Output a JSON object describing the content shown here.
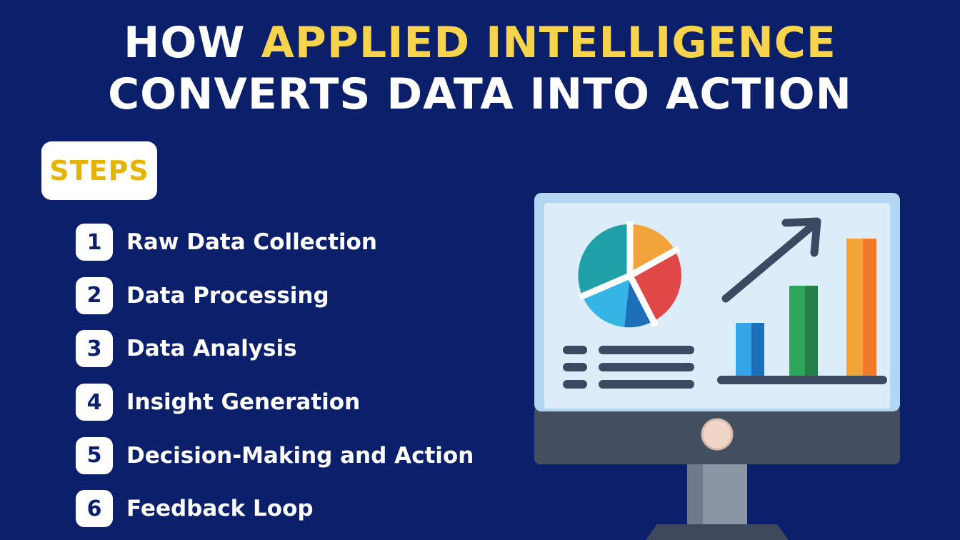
{
  "title": {
    "line1_prefix": "HOW ",
    "line1_highlight": "APPLIED INTELLIGENCE",
    "line2": "CONVERTS DATA INTO ACTION"
  },
  "steps_badge": "STEPS",
  "steps": [
    {
      "number": "1",
      "label": "Raw Data Collection"
    },
    {
      "number": "2",
      "label": "Data Processing"
    },
    {
      "number": "3",
      "label": "Data Analysis"
    },
    {
      "number": "4",
      "label": "Insight Generation"
    },
    {
      "number": "5",
      "label": "Decision-Making and Action"
    },
    {
      "number": "6",
      "label": "Feedback Loop"
    }
  ],
  "colors": {
    "background": "#0c1f6b",
    "highlight": "#f7d44c",
    "badge_text": "#e5b400"
  },
  "illustration": {
    "icon": "monitor-analytics-icon"
  }
}
